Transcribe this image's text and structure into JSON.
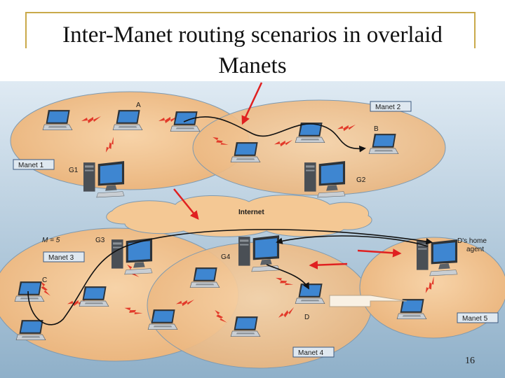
{
  "slide": {
    "title_line1": "Inter-Manet routing scenarios in overlaid",
    "title_line2": "Manets",
    "page_number": "16"
  },
  "diagram": {
    "manet_labels": [
      "Manet 1",
      "Manet 2",
      "Manet 3",
      "Manet 4",
      "Manet 5"
    ],
    "node_labels": {
      "a": "A",
      "b": "B",
      "c": "C",
      "d": "D",
      "g1": "G1",
      "g2": "G2",
      "g3": "G3",
      "g4": "G4",
      "home_agent_line1": "D's home",
      "home_agent_line2": "agent"
    },
    "internet_label": "Internet",
    "m_label": "M = 5"
  },
  "colors": {
    "background_top": "#d8e6f1",
    "background_bottom": "#8fb2cc",
    "manet_fill": "#f2c38f",
    "internet_fill": "#f4c894",
    "accent_frame": "#c9a94a",
    "arrow_red": "#e02020"
  }
}
